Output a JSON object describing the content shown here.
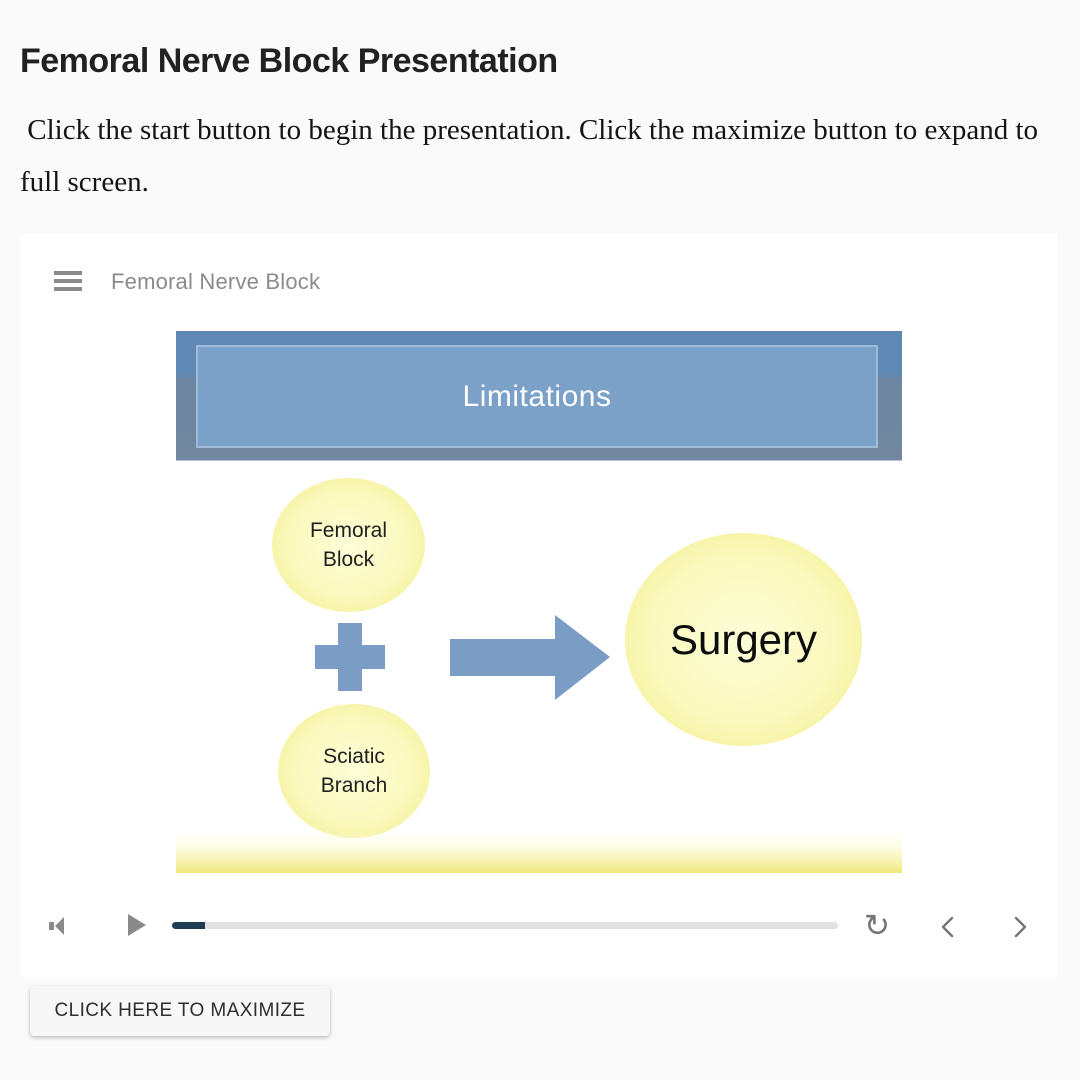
{
  "page": {
    "title": "Femoral Nerve Block Presentation",
    "instructions": " Click the start button to begin the presentation. Click the maximize button to expand to full screen.",
    "maximize_button_label": "CLICK HERE TO MAXIMIZE",
    "background_color": "#fafafa"
  },
  "player": {
    "background_color": "#ffffff",
    "header": {
      "title": "Femoral Nerve Block",
      "title_color": "#8b8b8b",
      "menu_icon": "hamburger-icon"
    },
    "controls": {
      "volume_icon": "speaker-icon",
      "play_icon": "play-icon",
      "progress_percent": 5,
      "progress_fill_color": "#1e3d52",
      "progress_track_color": "#e1e1e1",
      "replay_icon": "replay-icon",
      "replay_glyph": "↻",
      "prev_icon": "chevron-left-icon",
      "next_icon": "chevron-right-icon",
      "icon_color": "#8a8a8a"
    }
  },
  "slide": {
    "banner": {
      "label": "Limitations",
      "outer_top_color": "#5f88b4",
      "outer_bottom_color": "#72879f",
      "inner_color": "#7ba1c8",
      "text_color": "#ffffff"
    },
    "diagram": {
      "circle_femoral": {
        "line1": "Femoral",
        "line2": "Block"
      },
      "circle_sciatic": {
        "line1": "Sciatic",
        "line2": "Branch"
      },
      "circle_surgery": {
        "label": "Surgery"
      },
      "plus_icon": "plus-icon",
      "arrow_icon": "arrow-right-icon",
      "shape_blue": "#7b9dc5",
      "circle_yellow_center": "#fdfdd8",
      "circle_yellow_edge": "#f0ec8a"
    }
  }
}
